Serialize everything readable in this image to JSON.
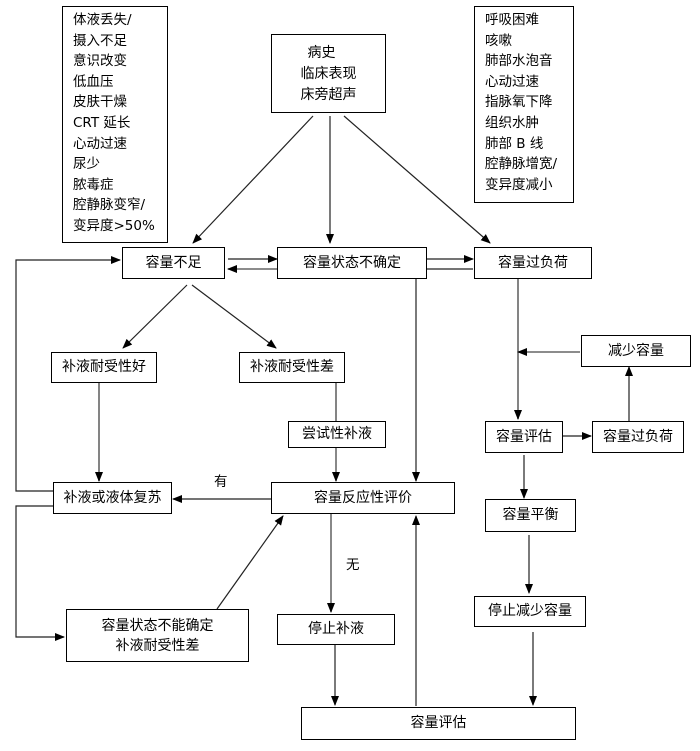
{
  "diagram": {
    "hypovolemia_signs": [
      "体液丢失/",
      "摄入不足",
      "意识改变",
      "低血压",
      "皮肤干燥",
      "CRT 延长",
      "心动过速",
      "尿少",
      "脓毒症",
      "腔静脉变窄/",
      "变异度>50%"
    ],
    "overload_signs": [
      "呼吸困难",
      "咳嗽",
      "肺部水泡音",
      "心动过速",
      "指脉氧下降",
      "组织水肿",
      "肺部 B 线",
      "腔静脉增宽/",
      "变异度减小"
    ],
    "assessment_box": [
      "病史",
      "临床表现",
      "床旁超声"
    ],
    "nodes": {
      "hypovolemia": "容量不足",
      "uncertain": "容量状态不确定",
      "overload": "容量过负荷",
      "good_tolerance": "补液耐受性好",
      "poor_tolerance": "补液耐受性差",
      "trial_fluid": "尝试性补液",
      "resuscitation": "补液或液体复苏",
      "responsiveness": "容量反应性评价",
      "uncertain_poor_line1": "容量状态不能确定",
      "uncertain_poor_line2": "补液耐受性差",
      "stop_fluid": "停止补液",
      "final_assessment": "容量评估",
      "reduce_volume": "减少容量",
      "overload_assessment": "容量评估",
      "overload_repeat": "容量过负荷",
      "balance": "容量平衡",
      "stop_reduce": "停止减少容量"
    },
    "edge_labels": {
      "yes": "有",
      "no": "无"
    }
  }
}
